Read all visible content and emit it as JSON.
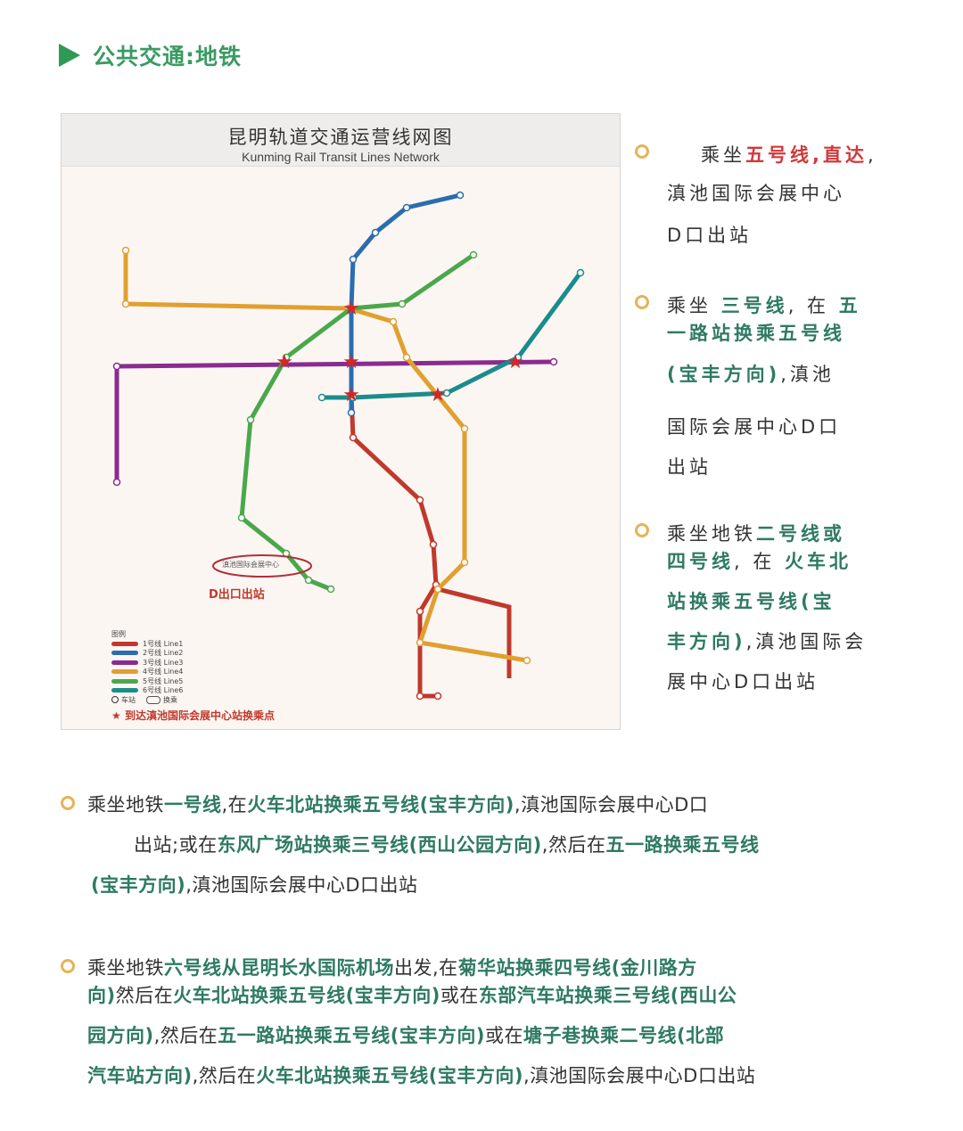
{
  "heading": {
    "label": "公共交通:地铁",
    "icon": "play-triangle-icon",
    "color": "#2e9a55"
  },
  "map": {
    "title": "昆明轨道交通运营线网图",
    "subtitle": "Kunming Rail Transit Lines Network",
    "venue_label": "滇池国际会展中心",
    "exit_label": "D出口出站",
    "legend": {
      "title": "图例",
      "lines": [
        {
          "label": "1号线 Line1",
          "color": "#c0392b"
        },
        {
          "label": "2号线 Line2",
          "color": "#2a6db0"
        },
        {
          "label": "3号线 Line3",
          "color": "#8a2b8f"
        },
        {
          "label": "4号线 Line4",
          "color": "#e0a030"
        },
        {
          "label": "5号线 Line5",
          "color": "#4aa84a"
        },
        {
          "label": "6号线 Line6",
          "color": "#1a8c8c"
        }
      ],
      "station_label": "车站",
      "transfer_label": "换乘",
      "star_label": "到达滇池国际会展中心站换乘点"
    }
  },
  "right_items": [
    {
      "lines": [
        [
          {
            "t": "乘坐",
            "c": ""
          },
          {
            "t": "五号线,直达",
            "c": "red"
          },
          {
            "t": ",",
            "c": ""
          }
        ],
        [
          {
            "t": "滇池国际会展中心",
            "c": ""
          }
        ],
        [
          {
            "t": "D口出站",
            "c": ""
          }
        ]
      ]
    },
    {
      "lines": [
        [
          {
            "t": "乘坐 ",
            "c": ""
          },
          {
            "t": "三号线",
            "c": "green"
          },
          {
            "t": ", 在 ",
            "c": ""
          },
          {
            "t": "五",
            "c": "green"
          }
        ],
        [
          {
            "t": "一路站换乘五号线",
            "c": "green"
          }
        ],
        [
          {
            "t": "(宝丰方向)",
            "c": "green"
          },
          {
            "t": ",滇池",
            "c": ""
          }
        ],
        [
          {
            "t": "国际会展中心D口",
            "c": ""
          }
        ],
        [
          {
            "t": "出站",
            "c": ""
          }
        ]
      ]
    },
    {
      "lines": [
        [
          {
            "t": "乘坐地铁",
            "c": ""
          },
          {
            "t": "二号线或",
            "c": "green"
          }
        ],
        [
          {
            "t": "四号线",
            "c": "green"
          },
          {
            "t": ", 在 ",
            "c": ""
          },
          {
            "t": "火车北",
            "c": "green"
          }
        ],
        [
          {
            "t": "站换乘五号线(宝",
            "c": "green"
          }
        ],
        [
          {
            "t": "丰方向)",
            "c": "green"
          },
          {
            "t": ",滇池国际会",
            "c": ""
          }
        ],
        [
          {
            "t": "展中心D口出站",
            "c": ""
          }
        ]
      ]
    }
  ],
  "bottom_items": [
    {
      "lines": [
        [
          {
            "t": "乘坐地铁",
            "c": ""
          },
          {
            "t": "一号线",
            "c": "green"
          },
          {
            "t": ",在",
            "c": ""
          },
          {
            "t": "火车北站换乘五号线(宝丰方向)",
            "c": "green"
          },
          {
            "t": ",滇池国际会展中心D口",
            "c": ""
          }
        ],
        [
          {
            "t": "出站;或在",
            "c": ""
          },
          {
            "t": "东风广场站换乘三号线(西山公园方向)",
            "c": "green"
          },
          {
            "t": ",然后在",
            "c": ""
          },
          {
            "t": "五一路换乘五号线",
            "c": "green"
          }
        ],
        [
          {
            "t": "(宝丰方向)",
            "c": "green"
          },
          {
            "t": ",滇池国际会展中心D口出站",
            "c": ""
          }
        ]
      ]
    },
    {
      "lines": [
        [
          {
            "t": "乘坐地铁",
            "c": ""
          },
          {
            "t": "六号线从昆明长水国际机场",
            "c": "green"
          },
          {
            "t": "出发,在",
            "c": ""
          },
          {
            "t": "菊华站换乘四号线(金川路方",
            "c": "green"
          }
        ],
        [
          {
            "t": "向)",
            "c": "green"
          },
          {
            "t": "然后在",
            "c": ""
          },
          {
            "t": "火车北站换乘五号线(宝丰方向)",
            "c": "green"
          },
          {
            "t": "或在",
            "c": ""
          },
          {
            "t": "东部汽车站换乘三号线(西山公",
            "c": "green"
          }
        ],
        [
          {
            "t": "园方向)",
            "c": "green"
          },
          {
            "t": ",然后在",
            "c": ""
          },
          {
            "t": "五一路站换乘五号线(宝丰方向)",
            "c": "green"
          },
          {
            "t": "或在",
            "c": ""
          },
          {
            "t": "塘子巷换乘二号线(北部",
            "c": "green"
          }
        ],
        [
          {
            "t": "汽车站方向)",
            "c": "green"
          },
          {
            "t": ",然后在",
            "c": ""
          },
          {
            "t": "火车北站换乘五号线(宝丰方向)",
            "c": "green"
          },
          {
            "t": ",滇池国际会展中心D口出站",
            "c": ""
          }
        ]
      ]
    }
  ]
}
